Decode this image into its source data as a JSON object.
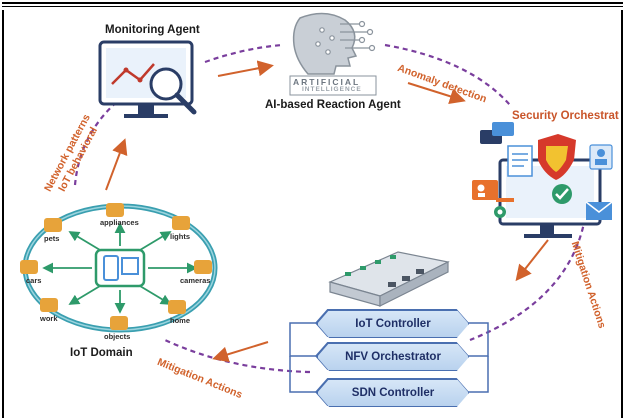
{
  "labels": {
    "monitoring_agent": "Monitoring Agent",
    "ai_agent": "AI-based Reaction Agent",
    "ai_logo_line1": "ARTIFICIAL",
    "ai_logo_line2": "INTELLIGENCE",
    "security_orchestrator": "Security Orchestrat",
    "iot_domain": "IoT Domain",
    "anomaly_detection": "Anomaly detection",
    "network_patterns_line1": "Network patterns",
    "network_patterns_line2": "IoT behavioral",
    "mitigation_actions_right": "Mitigation Actions",
    "mitigation_actions_bottom": "Mitigation Actions"
  },
  "controllers": {
    "iot_controller": "IoT Controller",
    "nfv_orchestrator": "NFV Orchestrator",
    "sdn_controller": "SDN Controller"
  },
  "iot_nodes": {
    "appliances": "appliances",
    "lights": "lights",
    "cameras": "cameras",
    "home": "home",
    "objects": "objects",
    "work": "work",
    "cars": "cars",
    "pets": "pets"
  },
  "colors": {
    "dashed_flow": "#7a3e9d",
    "arrow": "#d1622c",
    "label_orange": "#d1622c",
    "controller_fill": "#c6dbf2",
    "controller_border": "#4a6fb0",
    "ring": "#3a9fb0"
  }
}
